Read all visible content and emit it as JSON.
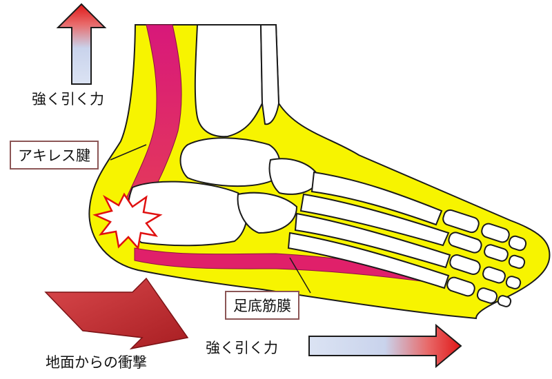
{
  "labels": {
    "pull_force_up": "強く引く力",
    "achilles_tendon": "アキレス腱",
    "plantar_fascia": "足底筋膜",
    "pull_force_right": "強く引く力",
    "ground_impact": "地面からの衝撃"
  },
  "colors": {
    "tissue_fill": "#f7f400",
    "tendon": "#e0206a",
    "bone_fill": "#ffffff",
    "outline": "#1a1a1a",
    "arrow_red": "#e02020",
    "arrow_blue": "#c8d4ec",
    "impact_arrow": "#c0282c",
    "label_border": "#8b5555"
  },
  "icons": {
    "up_arrow": "gradient-up-arrow",
    "right_arrow": "gradient-right-arrow",
    "impact_arrow": "diagonal-impact-arrow",
    "pain_burst": "starburst-icon"
  }
}
